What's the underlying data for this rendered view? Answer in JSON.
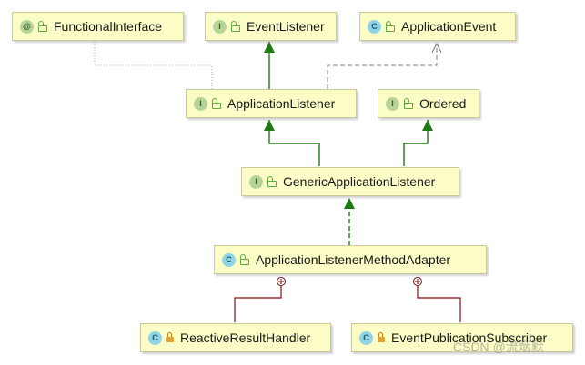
{
  "nodes": {
    "functional_interface": {
      "badge": "@",
      "label": "FunctionalInterface"
    },
    "event_listener": {
      "badge": "I",
      "label": "EventListener"
    },
    "application_event": {
      "badge": "C",
      "label": "ApplicationEvent"
    },
    "application_listener": {
      "badge": "I",
      "label": "ApplicationListener"
    },
    "ordered": {
      "badge": "I",
      "label": "Ordered"
    },
    "generic_application_listener": {
      "badge": "I",
      "label": "GenericApplicationListener"
    },
    "listener_method_adapter": {
      "badge": "C",
      "label": "ApplicationListenerMethodAdapter"
    },
    "reactive_result_handler": {
      "badge": "C",
      "label": "ReactiveResultHandler"
    },
    "event_publication_subscriber": {
      "badge": "C",
      "label": "EventPublicationSubscriber"
    }
  },
  "watermark": "CSDN @流烟默",
  "colors": {
    "node_fill": "#fcfcc6",
    "extends_arrow": "#1e7b14",
    "dependency_arrow": "#7a7a7a",
    "annotation_link": "#b9a98a",
    "inner_class_link": "#7a1212"
  }
}
